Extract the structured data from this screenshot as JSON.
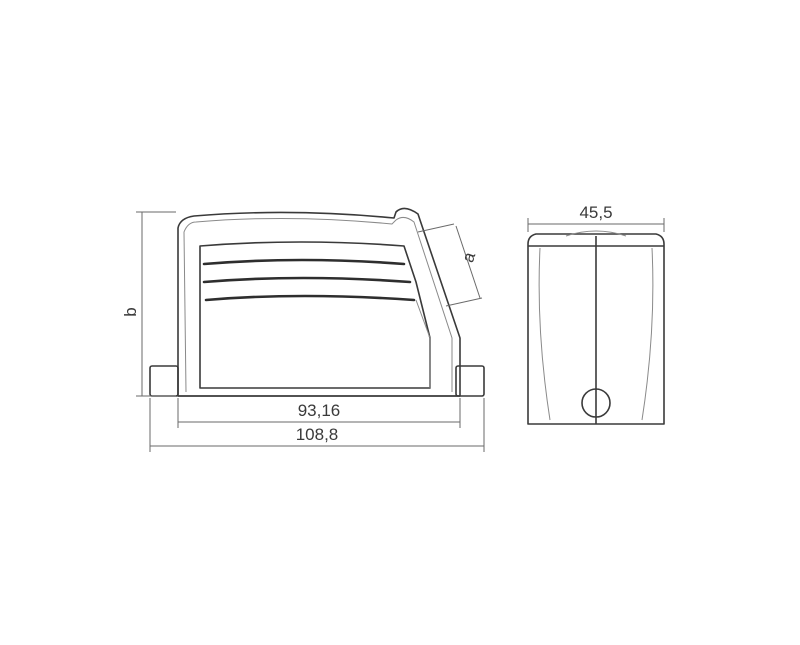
{
  "dimensions": {
    "width_inner": "93,16",
    "width_overall": "108,8",
    "depth": "45,5",
    "height_label": "b",
    "handle_label": "a"
  },
  "colors": {
    "line": "#3a3a3a",
    "dimension_line": "#6a6a6a",
    "background": "#ffffff"
  }
}
